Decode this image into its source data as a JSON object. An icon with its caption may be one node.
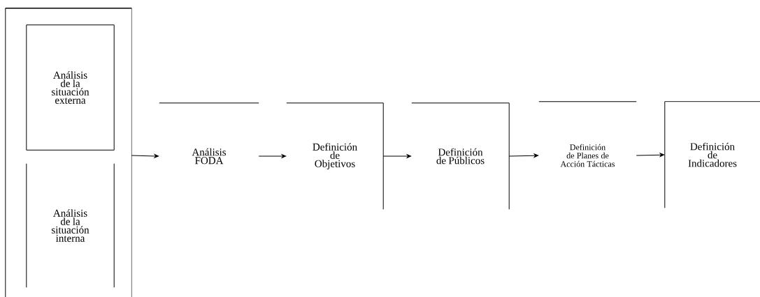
{
  "diagram": {
    "nodes": [
      {
        "text": [],
        "shape": "box"
      },
      {
        "text": [
          "Análisis de la situación externa"
        ],
        "in": 0
      },
      {
        "text": [
          "Análisis de la situación interna"
        ],
        "in": 0
      },
      {
        "text": [
          "Análisis FODA"
        ]
      },
      {
        "text": [
          "Definición de Objetivos"
        ]
      },
      {
        "text": [
          "Definición de Públicos"
        ]
      },
      {
        "text": [
          "Definición de Planes de Acción Tácticas"
        ]
      },
      {
        "text": [
          "Definición de Indicadores"
        ]
      }
    ],
    "edges": [
      {
        "from": 0,
        "to": 3,
        "arrow": "to"
      },
      {
        "from": 3,
        "to": 4,
        "arrow": "to"
      },
      {
        "from": 4,
        "to": 5,
        "arrow": "to"
      },
      {
        "from": 5,
        "to": 6,
        "arrow": "to"
      },
      {
        "from": 6,
        "to": 7,
        "arrow": "to"
      }
    ]
  }
}
